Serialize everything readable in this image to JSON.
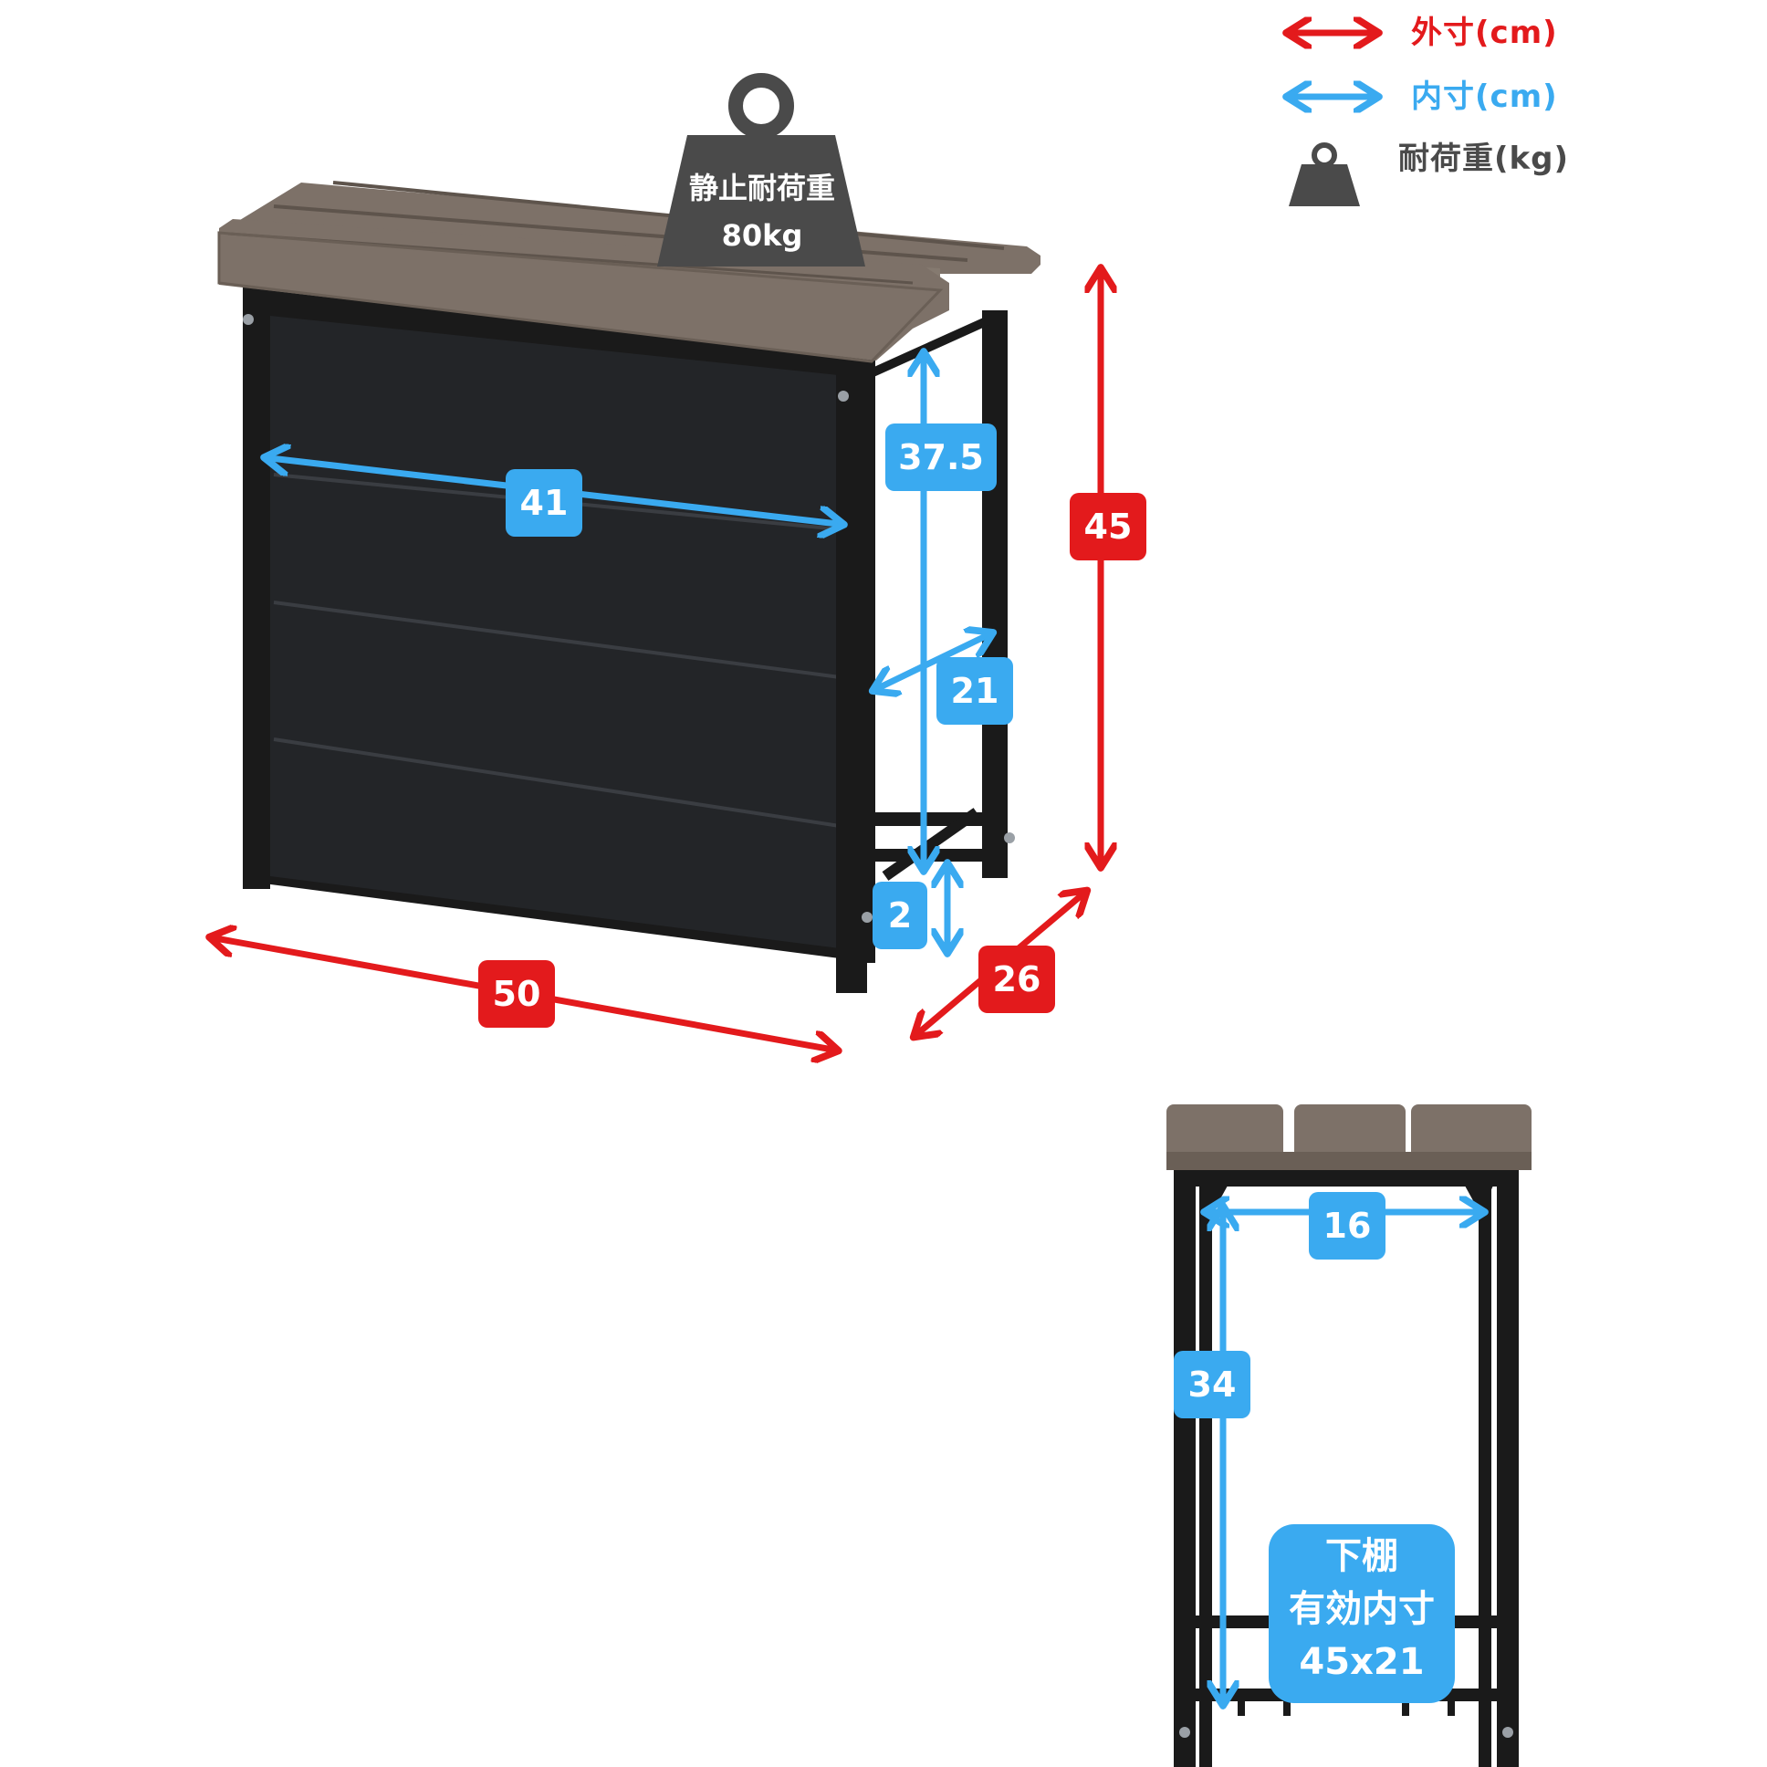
{
  "legend": {
    "outer_label": "外寸(cm)",
    "inner_label": "内寸(cm)",
    "load_label": "耐荷重(kg)",
    "outer_color": "#e31a1c",
    "inner_color": "#3aaaf0",
    "load_icon": "weight-icon"
  },
  "load": {
    "title": "静止耐荷重",
    "value": "80kg"
  },
  "outer_dimensions": {
    "width": "50",
    "depth": "26",
    "height": "45"
  },
  "inner_dimensions": {
    "width": "41",
    "height": "37.5",
    "depth": "21",
    "clearance": "2"
  },
  "side_view": {
    "inner_width": "16",
    "inner_height": "34",
    "shelf_line1": "下棚",
    "shelf_line2": "有効内寸",
    "shelf_line3": "45x21"
  },
  "colors": {
    "wood": "#7d7168",
    "frame": "#1a1a1a",
    "panel": "#232528",
    "weight_icon": "#4a4a4a"
  }
}
